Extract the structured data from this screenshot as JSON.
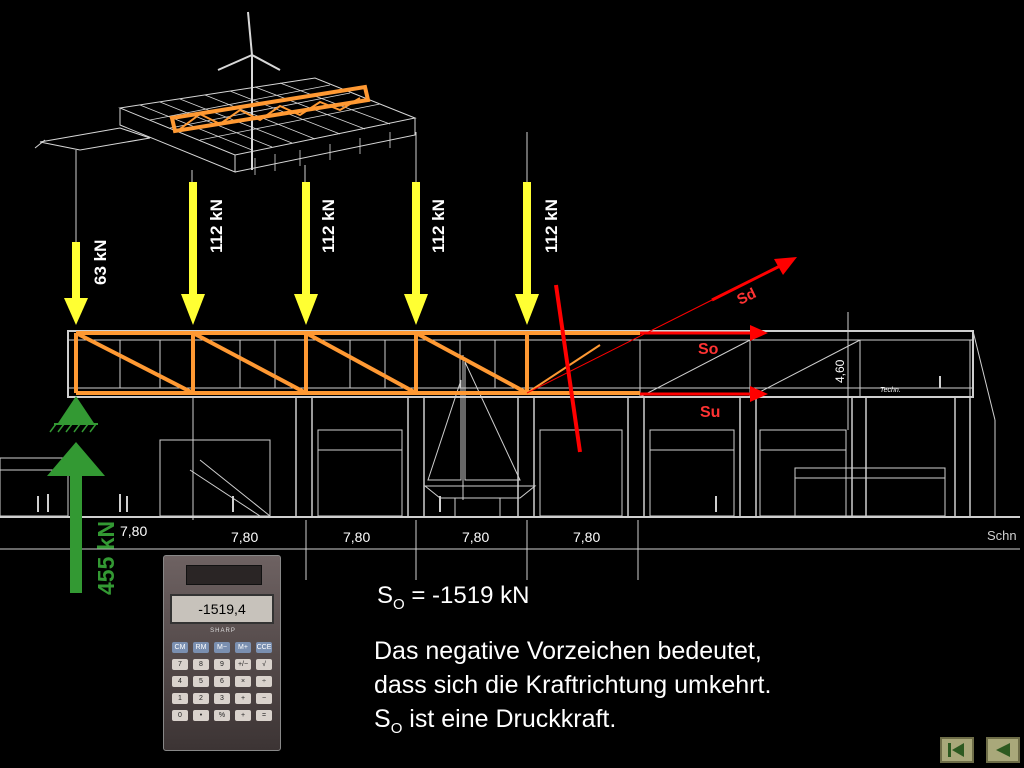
{
  "loads": {
    "support_load": "63 kN",
    "point_loads": [
      "112 kN",
      "112 kN",
      "112 kN",
      "112 kN"
    ],
    "reaction": "455 kN"
  },
  "section_forces": {
    "diagonal": "Sd",
    "upper": "So",
    "lower": "Su"
  },
  "height_dimension": "4,60",
  "spacings": [
    "7,80",
    "7,80",
    "7,80",
    "7,80",
    "7,80"
  ],
  "cut_label": "Schn",
  "calculator": {
    "display": "-1519,4",
    "brand": "SHARP"
  },
  "result": {
    "symbol": "S",
    "subscript": "O",
    "equals": "= -1519 kN"
  },
  "explanation": {
    "line1": "Das negative Vorzeichen bedeutet,",
    "line2": "dass sich die Kraftrichtung umkehrt.",
    "line3_symbol": "S",
    "line3_subscript": "O",
    "line3_rest": " ist eine Druckkraft."
  },
  "colors": {
    "load_arrow": "#ffff33",
    "truss": "#ff9933",
    "section_arrow": "#ff0000",
    "section_label": "#ff3333",
    "reaction_arrow": "#339933",
    "support": "#339933",
    "building_lines": "#d0d0d0"
  },
  "icons": {
    "first": "skip-back-icon",
    "prev": "back-icon"
  }
}
